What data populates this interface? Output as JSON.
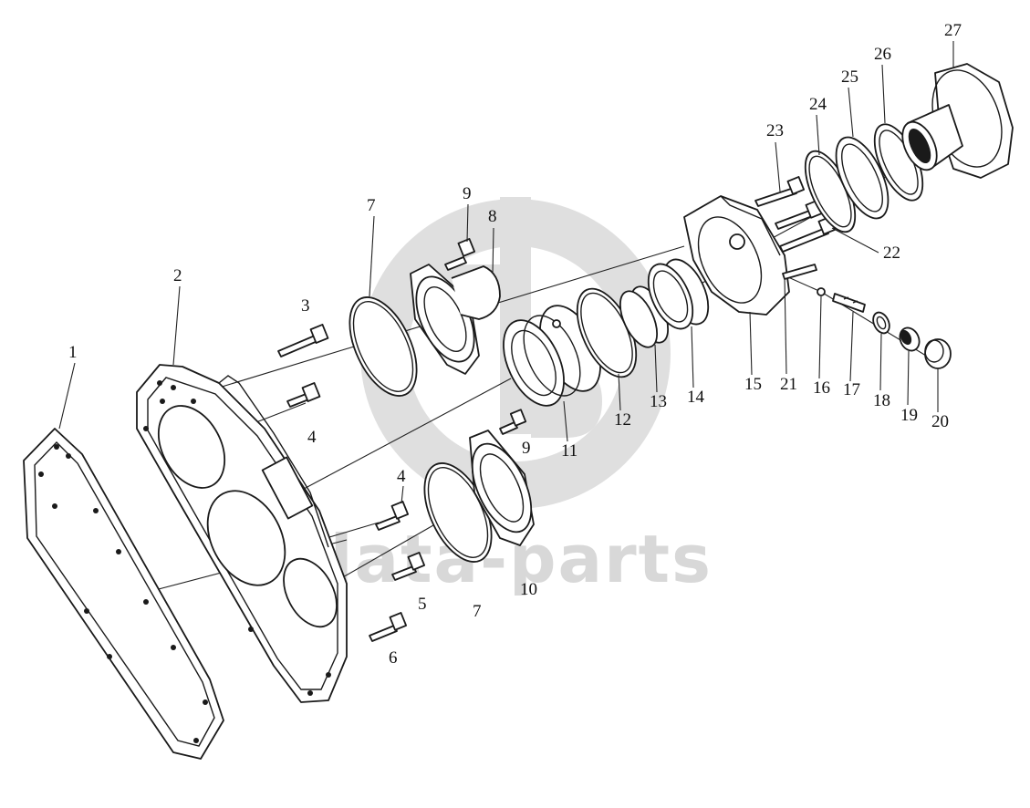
{
  "watermark": {
    "text": "data-parts",
    "color": "#cfcfcf"
  },
  "callouts": [
    "1",
    "2",
    "3",
    "4",
    "4",
    "5",
    "6",
    "7",
    "7",
    "8",
    "9",
    "9",
    "10",
    "11",
    "12",
    "13",
    "14",
    "15",
    "16",
    "17",
    "18",
    "19",
    "20",
    "21",
    "22",
    "23",
    "24",
    "25",
    "26",
    "27"
  ]
}
